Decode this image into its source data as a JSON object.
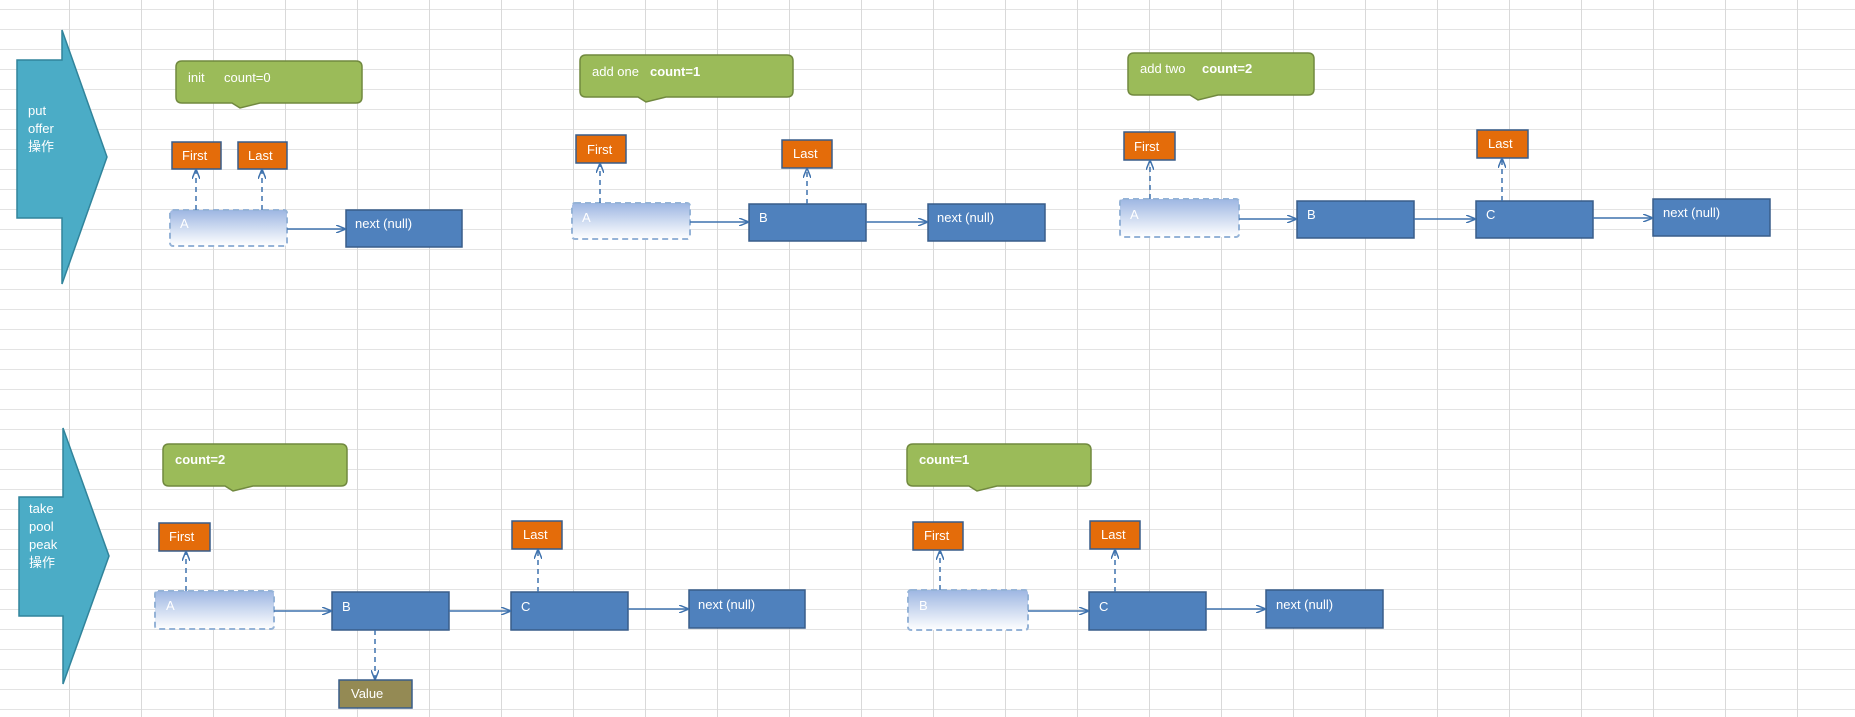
{
  "put_section": {
    "label_lines": [
      "put",
      "offer",
      "操作"
    ],
    "stages": [
      {
        "callout_prefix": "init",
        "callout_count": "count=0",
        "first": "First",
        "last": "Last",
        "nodes": [
          "A",
          "next (null)"
        ]
      },
      {
        "callout_prefix": "add one",
        "callout_count": "count=1",
        "first": "First",
        "last": "Last",
        "nodes": [
          "A",
          "B",
          "next (null)"
        ]
      },
      {
        "callout_prefix": "add two",
        "callout_count": "count=2",
        "first": "First",
        "last": "Last",
        "nodes": [
          "A",
          "B",
          "C",
          "next (null)"
        ]
      }
    ]
  },
  "take_section": {
    "label_lines": [
      "take",
      "pool",
      "peak",
      "操作"
    ],
    "stages": [
      {
        "callout_count": "count=2",
        "first": "First",
        "last": "Last",
        "nodes": [
          "A",
          "B",
          "C",
          "next (null)"
        ],
        "value": "Value"
      },
      {
        "callout_count": "count=1",
        "first": "First",
        "last": "Last",
        "nodes": [
          "B",
          "C",
          "next (null)"
        ]
      }
    ]
  },
  "colors": {
    "big_arrow": "#4bacc6",
    "callout": "#9bbb59",
    "node": "#4f81bd",
    "pointer": "#e46c0a",
    "value": "#948a54",
    "line": "#3f72ad"
  }
}
